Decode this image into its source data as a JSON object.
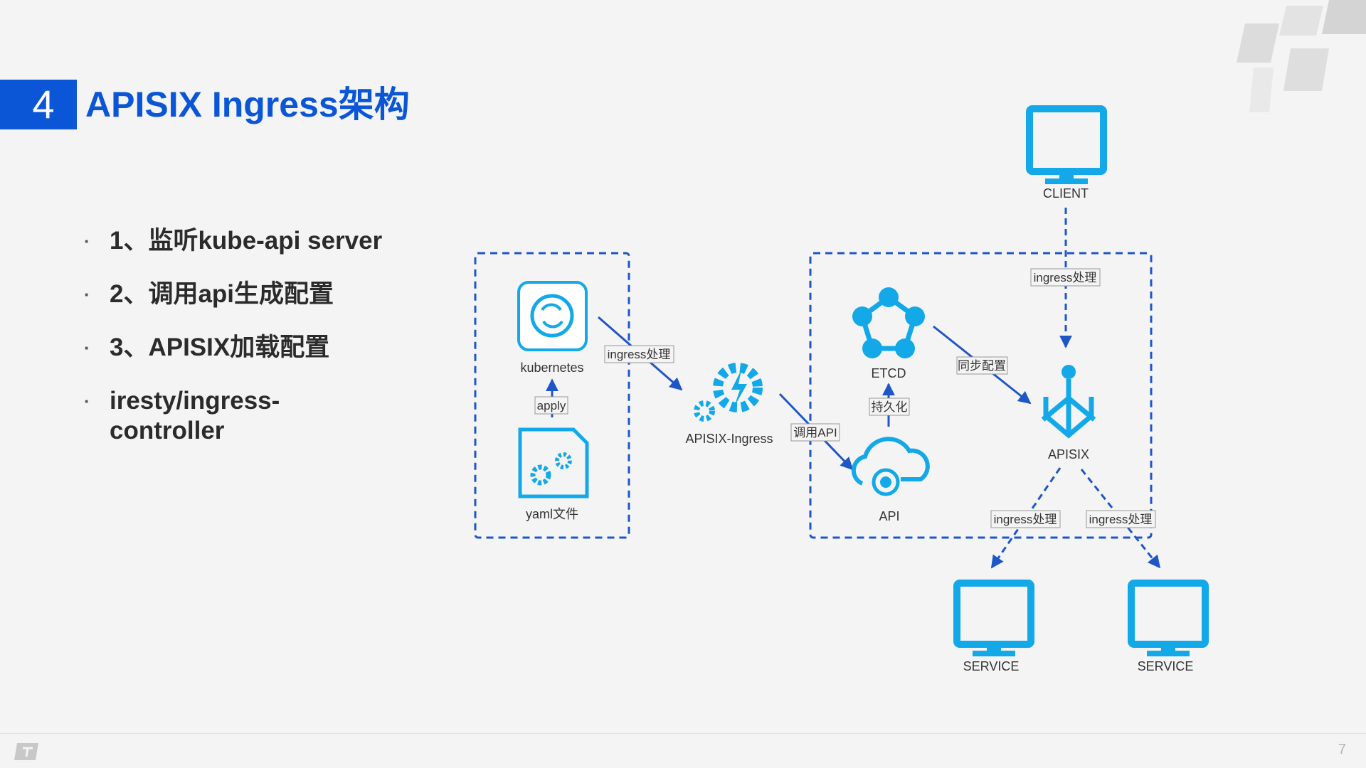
{
  "slide": {
    "section_number": "4",
    "title": "APISIX Ingress架构",
    "page_number": "7"
  },
  "bullets": [
    "1、监听kube-api server",
    "2、调用api生成配置",
    "3、APISIX加载配置",
    "iresty/ingress-controller"
  ],
  "diagram": {
    "nodes": {
      "kubernetes": "kubernetes",
      "yaml": "yaml文件",
      "apisix_ingress": "APISIX-Ingress",
      "etcd": "ETCD",
      "api": "API",
      "apisix": "APISIX",
      "client": "CLIENT",
      "service1": "SERVICE",
      "service2": "SERVICE"
    },
    "edge_labels": {
      "apply": "apply",
      "k8s_to_ingress": "ingress处理",
      "ingress_to_api": "调用API",
      "persist": "持久化",
      "sync": "同步配置",
      "client_to_apisix": "ingress处理",
      "apisix_to_service1": "ingress处理",
      "apisix_to_service2": "ingress处理"
    }
  },
  "colors": {
    "brand_blue": "#0b56d6",
    "icon_cyan": "#13a8e8",
    "line_blue": "#1e56c8"
  }
}
